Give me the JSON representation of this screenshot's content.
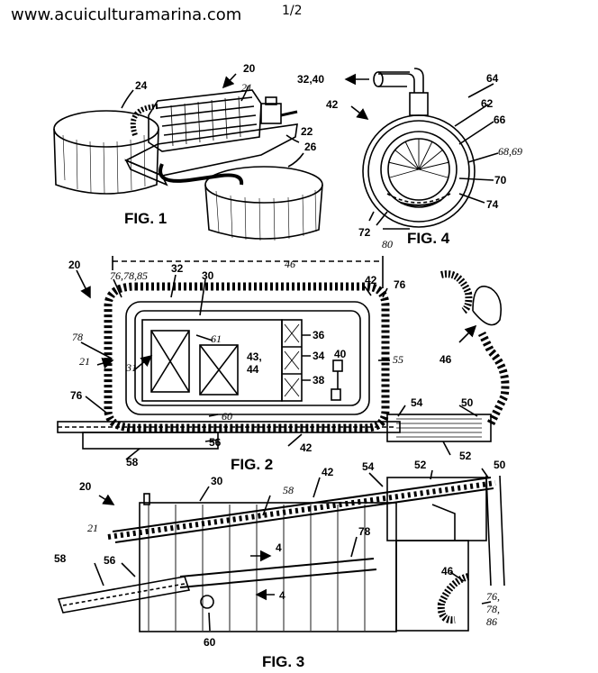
{
  "header": {
    "site": "www.acuiculturamarina.com",
    "page": "1/2"
  },
  "fig1": {
    "caption": "FIG. 1",
    "labels": [
      "20",
      "21",
      "24",
      "22",
      "26"
    ]
  },
  "fig4": {
    "caption": "FIG. 4",
    "arrow_label": "32,40",
    "labels": [
      "64",
      "42",
      "62",
      "66",
      "68,69",
      "70",
      "74",
      "72",
      "80"
    ]
  },
  "fig2": {
    "caption": "FIG. 2",
    "labels": [
      "20",
      "76,78,85",
      "32",
      "30",
      "46",
      "42",
      "76",
      "78",
      "21",
      "31",
      "61",
      "43,",
      "44",
      "36",
      "34",
      "40",
      "38",
      "55",
      "46",
      "76",
      "60",
      "54",
      "50",
      "56",
      "42",
      "52",
      "58"
    ]
  },
  "fig3": {
    "caption": "FIG. 3",
    "labels": [
      "20",
      "30",
      "58",
      "42",
      "54",
      "52",
      "50",
      "21",
      "4",
      "78",
      "58",
      "56",
      "4",
      "46",
      "76,",
      "78,",
      "86",
      "60"
    ]
  }
}
